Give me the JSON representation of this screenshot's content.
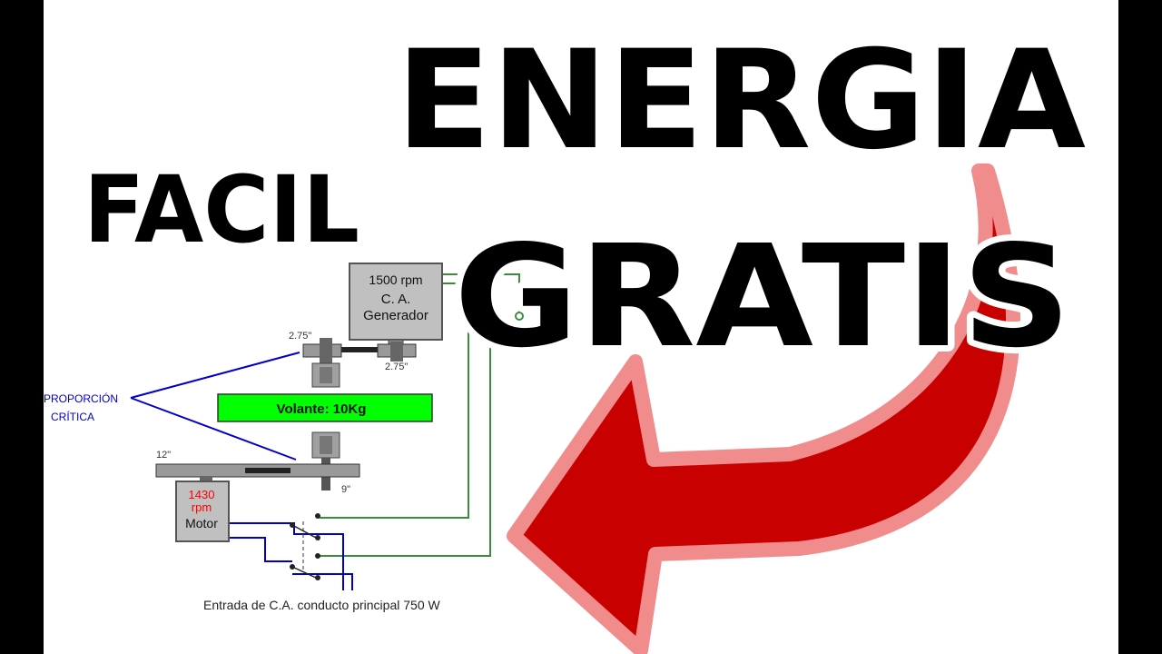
{
  "title": {
    "line1": "ENERGIA",
    "line2": "GRATIS",
    "tag": "FACIL"
  },
  "diagram": {
    "generator": {
      "rpm": "1500 rpm",
      "line1": "C. A.",
      "line2": "Generador"
    },
    "motor": {
      "rpm_value": "1430",
      "rpm_unit": "rpm",
      "label": "Motor"
    },
    "flywheel": "Volante: 10Kg",
    "critical_ratio": {
      "line1": "PROPORCIÓN",
      "line2": "CRÍTICA"
    },
    "pulley_labels": {
      "upper_left": "2.75\"",
      "upper_right": "2.75\"",
      "lower_left": "12\"",
      "lower_right": "9\""
    },
    "mains_caption": "Entrada de C.A. conducto principal 750 W"
  },
  "colors": {
    "arrow_fill": "#C80000",
    "arrow_border": "#F08C8C",
    "flywheel_green": "#00FF00",
    "wire_green": "#3C8C3C",
    "wire_blue": "#0000CC",
    "motor_rpm_red": "#FF0000",
    "box_grey": "#C0C0C0"
  }
}
